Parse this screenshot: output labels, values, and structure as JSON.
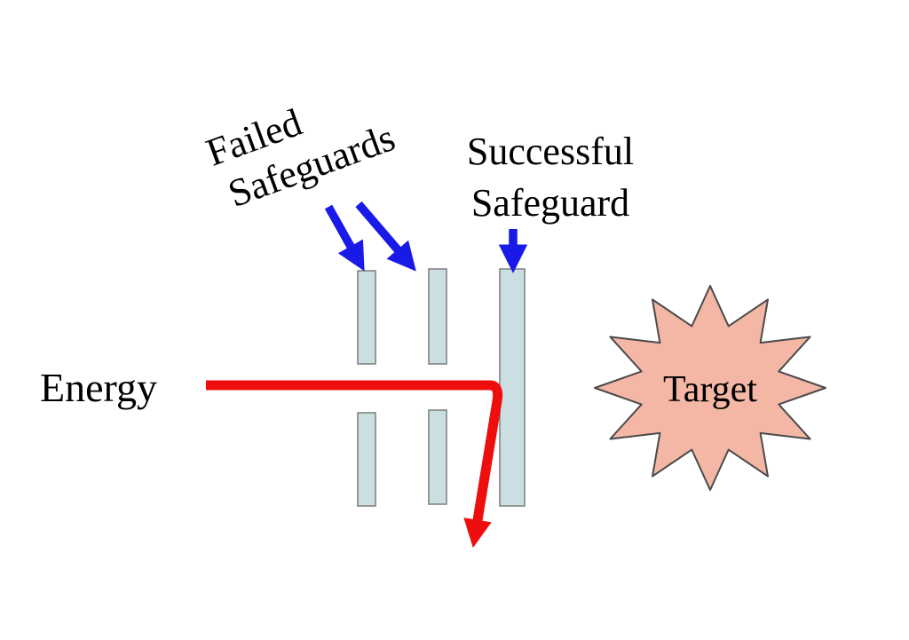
{
  "labels": {
    "failed_safeguards": {
      "line1": "Failed",
      "line2": "Safeguards"
    },
    "successful_safeguard": {
      "line1": "Successful",
      "line2": "Safeguard"
    },
    "energy": "Energy",
    "target": "Target"
  },
  "colors": {
    "background": "#ffffff",
    "arrow_blue": "#1a1ae8",
    "energy_red": "#ee0e0e",
    "barrier_fill": "#cbdfe2",
    "barrier_stroke": "#7d7d7d",
    "starburst_fill": "#f4b7a6",
    "starburst_stroke": "#4a4a4a"
  }
}
